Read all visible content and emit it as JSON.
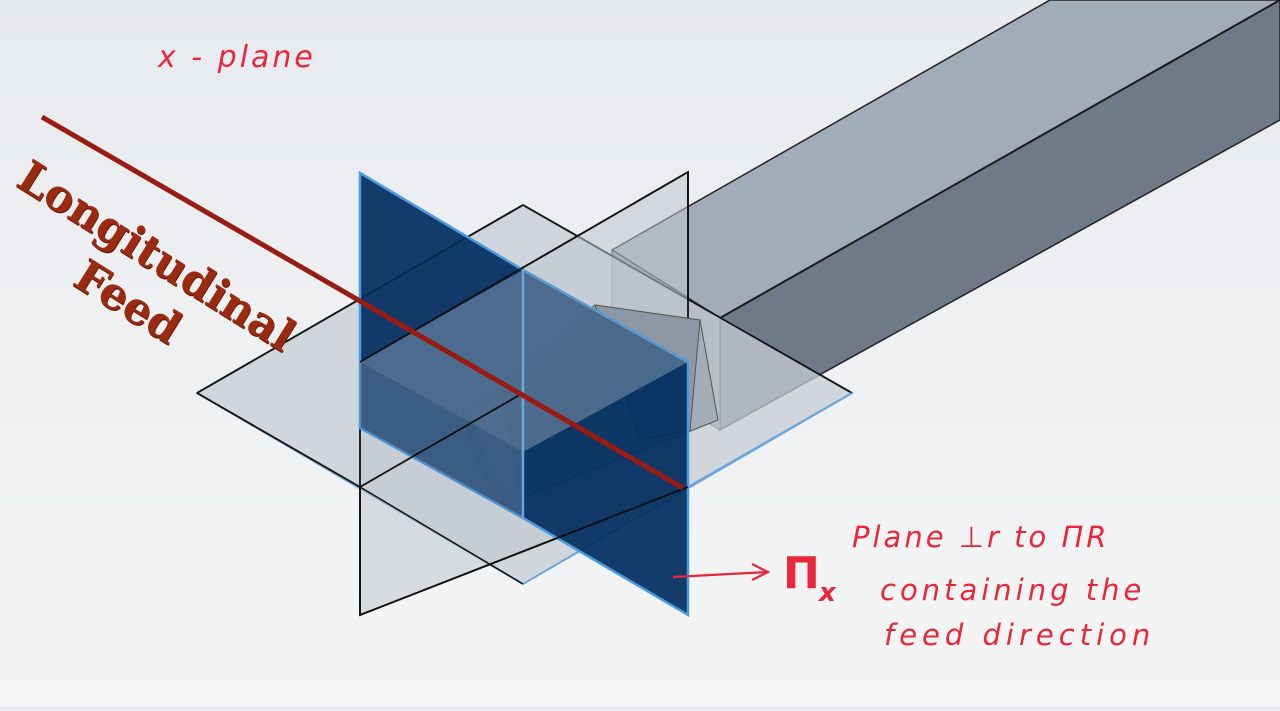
{
  "annotations": {
    "top_left": "x - plane",
    "pi_symbol": "Π",
    "pi_subscript": "x",
    "desc_line1": "Plane ⊥r to ΠR",
    "desc_line2": "containing the",
    "desc_line3": "feed direction"
  },
  "feed_label": {
    "line1": "Longitudinal",
    "line2": "Feed"
  },
  "colors": {
    "annotation_red": "#e8273a",
    "feed_line": "#9a1b12",
    "feed_text": "#9a2b10",
    "blue_plane": "#002d5e",
    "plane_edge": "#4a9be0",
    "tool_body": "#7d8896"
  }
}
